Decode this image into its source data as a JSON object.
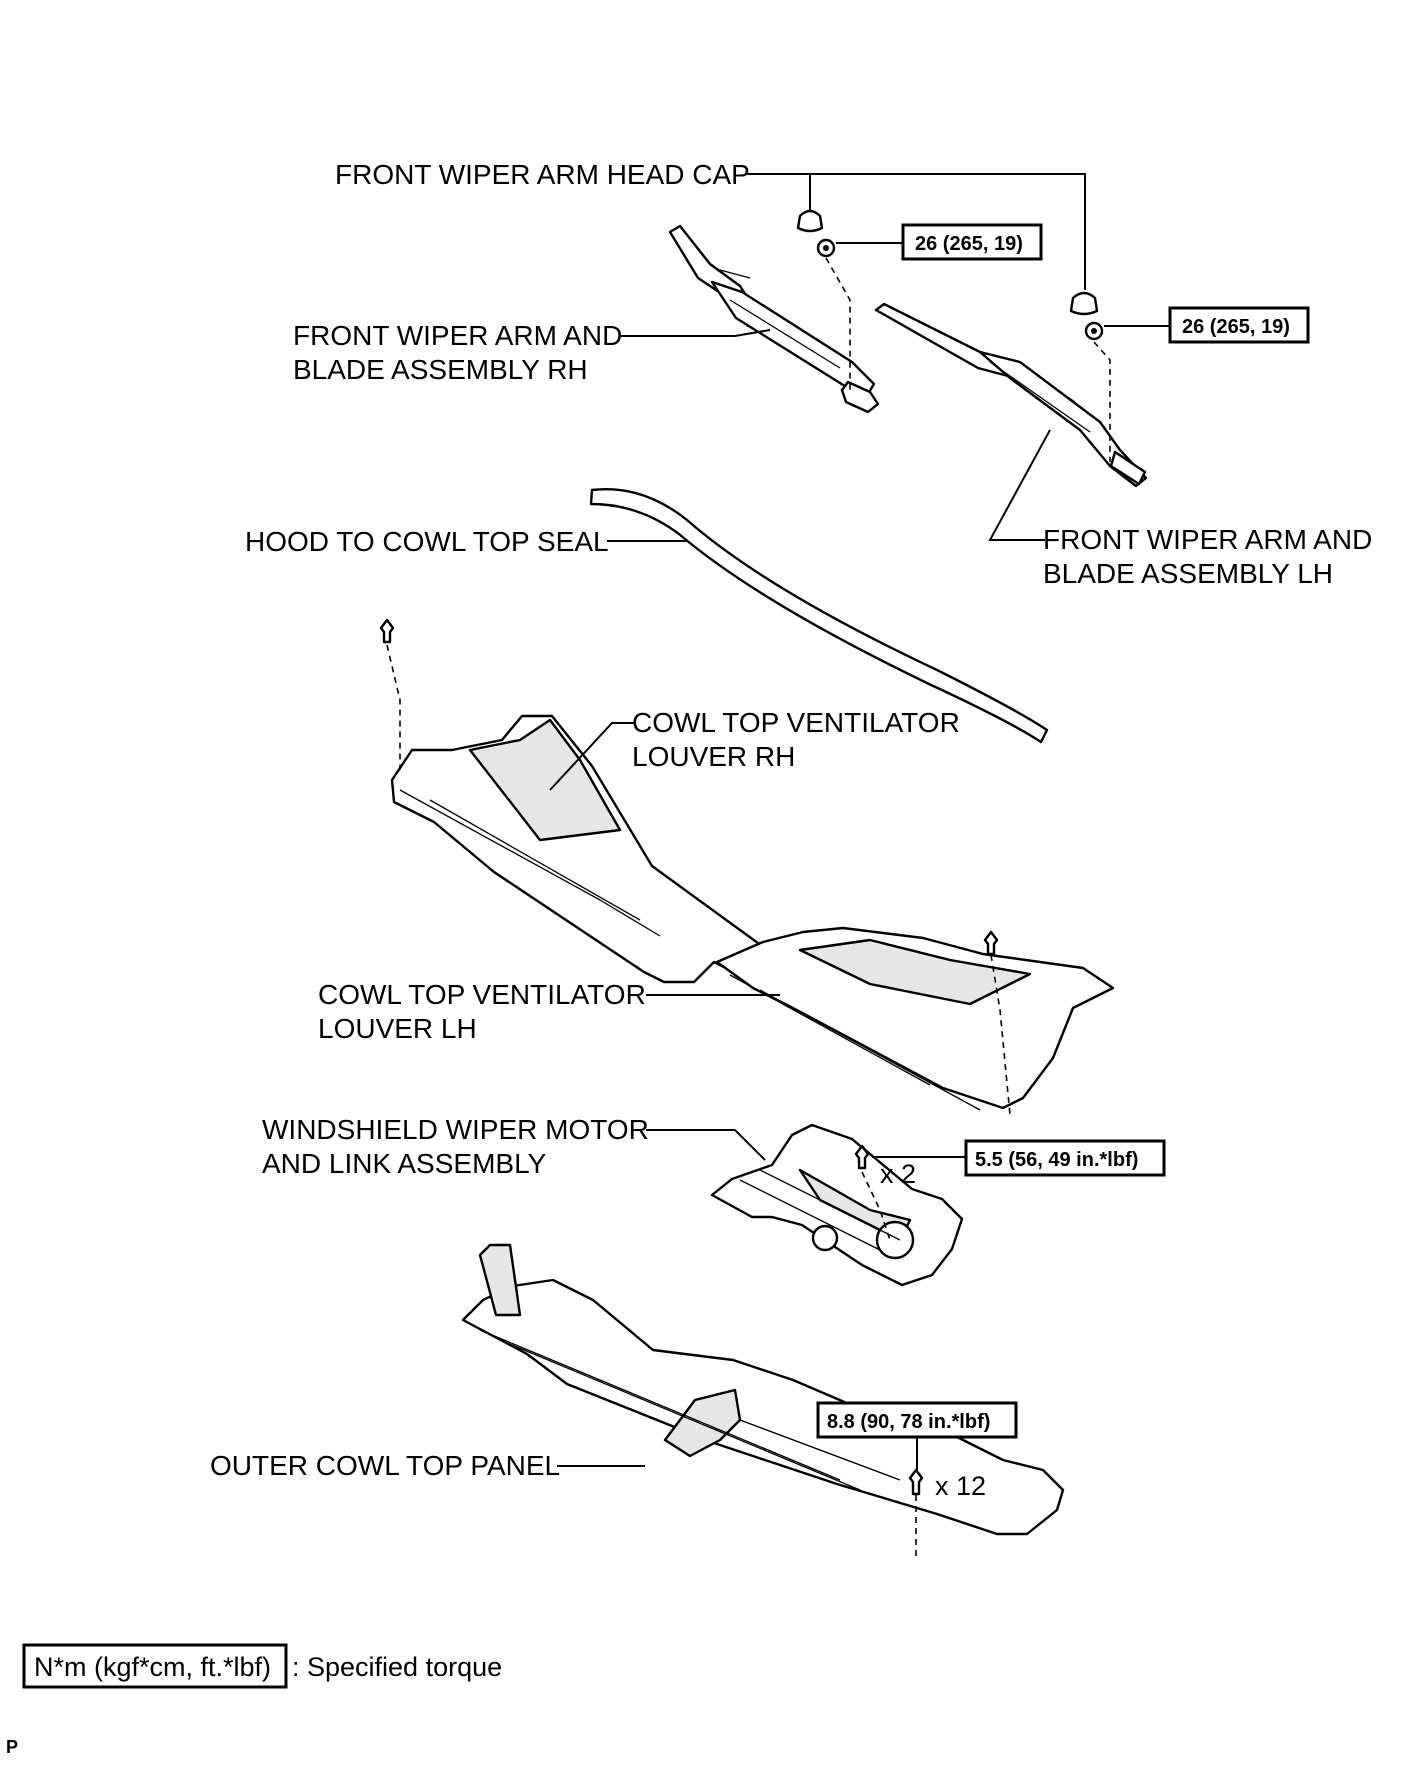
{
  "labels": {
    "head_cap": "FRONT WIPER ARM HEAD CAP",
    "arm_rh": [
      "FRONT WIPER ARM AND",
      "BLADE ASSEMBLY RH"
    ],
    "arm_lh": [
      "FRONT WIPER ARM AND",
      "BLADE ASSEMBLY LH"
    ],
    "seal": "HOOD TO COWL TOP SEAL",
    "louver_rh": [
      "COWL TOP VENTILATOR",
      "LOUVER RH"
    ],
    "louver_lh": [
      "COWL TOP VENTILATOR",
      "LOUVER LH"
    ],
    "motor": [
      "WINDSHIELD WIPER MOTOR",
      "AND LINK ASSEMBLY"
    ],
    "outer_panel": "OUTER COWL TOP PANEL"
  },
  "torques": {
    "arm_rh_nut": "26 (265, 19)",
    "arm_lh_nut": "26 (265, 19)",
    "motor_bolt": "5.5 (56, 49 in.*lbf)",
    "panel_bolt": "8.8 (90, 78 in.*lbf)"
  },
  "quantities": {
    "motor_bolt": "x 2",
    "panel_bolt": "x 12"
  },
  "legend": {
    "box_text": "N*m (kgf*cm, ft.*lbf)",
    "description": ": Specified torque"
  },
  "corner_mark": "P"
}
